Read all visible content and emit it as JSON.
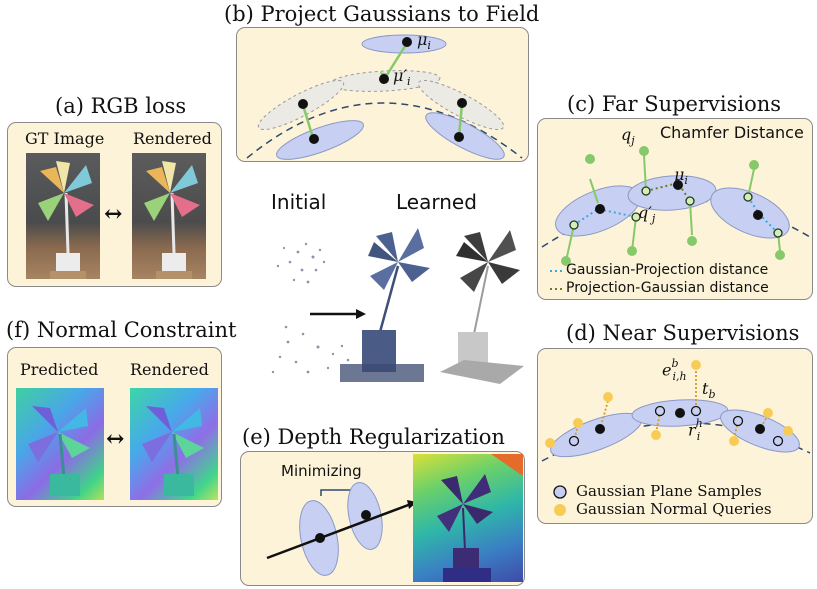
{
  "panels": {
    "a": {
      "title": "(a) RGB loss",
      "left_label": "GT Image",
      "right_label": "Rendered",
      "arrow": "↔"
    },
    "b": {
      "title": "(b) Project Gaussians to Field",
      "mu": "μ",
      "mu_sub": "i",
      "mu_prime": "μ′",
      "mu_prime_sub": "i"
    },
    "c": {
      "title": "(c) Far Supervisions",
      "chamfer": "Chamfer Distance",
      "q": "q",
      "q_sub": "j",
      "q_prime": "q′",
      "q_prime_sub": "j",
      "mu": "μ",
      "mu_sub": "i",
      "legend": [
        "Gaussian-Projection distance",
        "Projection-Gaussian distance"
      ],
      "legend_colors": [
        "#35a8e0",
        "#6b7b22"
      ]
    },
    "d": {
      "title": "(d) Near Supervisions",
      "e": "e",
      "e_sup": "b",
      "e_sub": "i,h",
      "t": "t",
      "t_sub": "b",
      "r": "r",
      "r_sup": "h",
      "r_sub": "i",
      "legend": [
        "Gaussian Plane Samples",
        "Gaussian Normal Queries"
      ],
      "legend_colors": [
        "#c5cdf0",
        "#f7cc55"
      ]
    },
    "e": {
      "title": "(e) Depth Regularization",
      "label": "Minimizing"
    },
    "f": {
      "title": "(f) Normal Constraint",
      "left_label": "Predicted",
      "right_label": "Rendered",
      "arrow": "↔"
    }
  },
  "center": {
    "initial": "Initial",
    "learned": "Learned"
  },
  "colors": {
    "panel_bg": "#fdf3d8",
    "gaussian": "#c7d0f2",
    "connector": "#86c96a",
    "query": "#f7cc55"
  }
}
